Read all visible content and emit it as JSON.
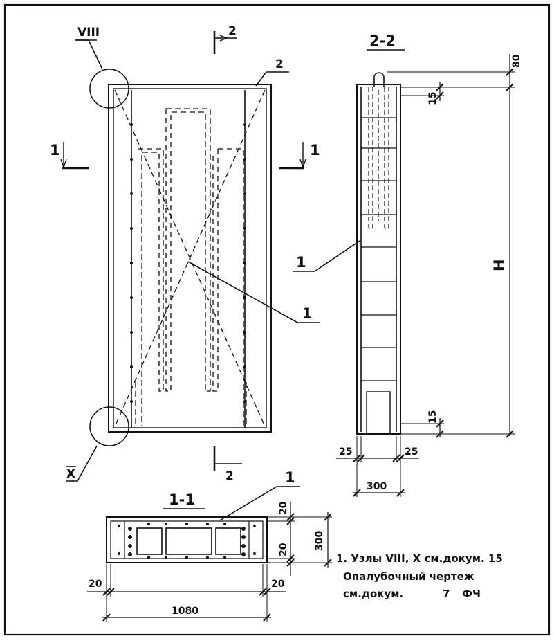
{
  "labels": {
    "node_viii": "VIII",
    "node_x": "X",
    "sec_2_2": "2-2",
    "sec_1_1": "1-1",
    "cut_2_top": "2",
    "cut_2_bottom": "2",
    "cut_1_left": "1",
    "cut_1_right": "1",
    "pos_2": "2",
    "pos_1_center": "1",
    "pos_1_right": "1",
    "pos_1_bottom": "1"
  },
  "dimensions": {
    "d80": "80",
    "d15_top": "15",
    "dH": "H",
    "d15_bottom": "15",
    "d25_left": "25",
    "d25_right": "25",
    "d300_width": "300",
    "d20_top": "20",
    "d20_mid": "20",
    "d300_height": "300",
    "d20_left": "20",
    "d20_right": "20",
    "d1080": "1080"
  },
  "notes": {
    "line1": "1. Узлы VIII, X см.докум. 15",
    "line2": "Опалубочный чертеж",
    "line3": "см.докум.",
    "line3_doc": "7",
    "line3_code": "ФЧ"
  }
}
